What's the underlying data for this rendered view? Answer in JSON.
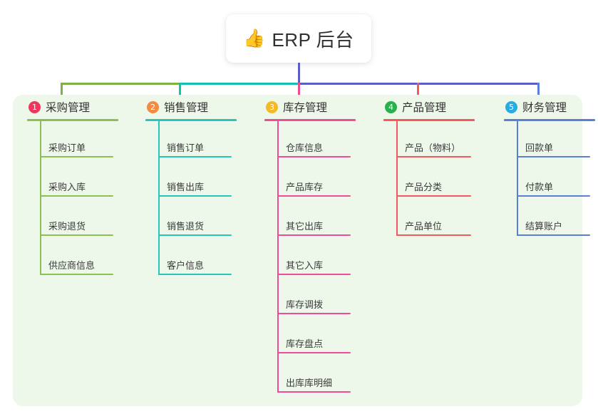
{
  "root": {
    "icon": "thumbs-up-icon",
    "icon_glyph": "👍",
    "title": "ERP 后台"
  },
  "panel": {
    "background": "#edf7ea"
  },
  "connectors": {
    "trunk_color": "#5a5fc7",
    "bus_colors": [
      "#7cb342",
      "#12c2b0",
      "#5a5fc7"
    ],
    "drop_colors": [
      "#7cb342",
      "#12c2b0",
      "#ef4c8f",
      "#f4595b",
      "#5a7fd6"
    ]
  },
  "columns": [
    {
      "number": "1",
      "badge_color": "#f2355c",
      "line_color": "#8cc152",
      "title": "采购管理",
      "items": [
        "采购订单",
        "采购入库",
        "采购退货",
        "供应商信息"
      ]
    },
    {
      "number": "2",
      "badge_color": "#f58a40",
      "line_color": "#26c6bb",
      "title": "销售管理",
      "items": [
        "销售订单",
        "销售出库",
        "销售退货",
        "客户信息"
      ]
    },
    {
      "number": "3",
      "badge_color": "#f5b927",
      "line_color": "#ef4c9a",
      "title": "库存管理",
      "items": [
        "仓库信息",
        "产品库存",
        "其它出库",
        "其它入库",
        "库存调拨",
        "库存盘点",
        "出库库明细"
      ]
    },
    {
      "number": "4",
      "badge_color": "#26b14c",
      "line_color": "#f4595b",
      "title": "产品管理",
      "items": [
        "产品（物料）",
        "产品分类",
        "产品单位"
      ]
    },
    {
      "number": "5",
      "badge_color": "#29abe2",
      "line_color": "#5a7fd6",
      "title": "财务管理",
      "items": [
        "回款单",
        "付款单",
        "结算账户"
      ]
    }
  ]
}
